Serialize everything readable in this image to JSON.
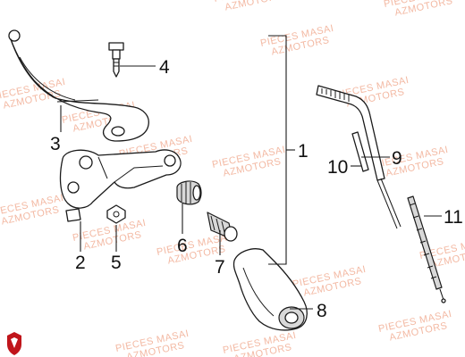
{
  "watermark": {
    "line1": "PIECES MASAI",
    "line2": "AZMOTORS"
  },
  "callouts": {
    "c1": "1",
    "c2": "2",
    "c3": "3",
    "c4": "4",
    "c5": "5",
    "c6": "6",
    "c7": "7",
    "c8": "8",
    "c9": "9",
    "c10": "10",
    "c11": "11"
  },
  "colors": {
    "watermark": "#f3b9a3",
    "line": "#1a1a1a",
    "logo": "#c0151b"
  },
  "logo": {
    "icon": "masai-shield-logo"
  }
}
